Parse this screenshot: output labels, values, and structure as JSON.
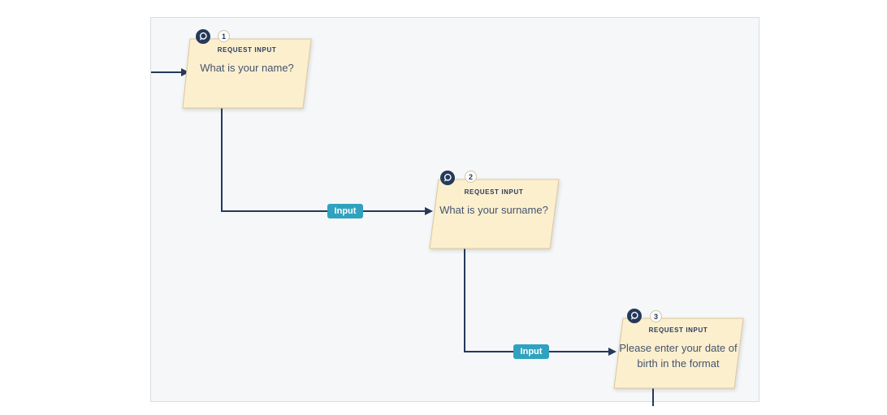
{
  "canvas": {
    "background": "#f5f7f9",
    "border_color": "#d9dce1"
  },
  "palette": {
    "connector_navy": "#24395c",
    "node_fill": "#fcefce",
    "node_border": "#dcc79c",
    "type_label_color": "#2a3b5e",
    "message_color": "#44546f",
    "edge_label_teal": "#2fa2bf",
    "badge_border": "#d2c7ae"
  },
  "nodes": [
    {
      "number": "1",
      "type_label": "REQUEST INPUT",
      "icon": "chat-bubble-icon",
      "message_lines": [
        "What is your name?"
      ]
    },
    {
      "number": "2",
      "type_label": "REQUEST INPUT",
      "icon": "chat-bubble-icon",
      "message_lines": [
        "What is your surname?"
      ]
    },
    {
      "number": "3",
      "type_label": "REQUEST INPUT",
      "icon": "chat-bubble-icon",
      "message_lines": [
        "Please enter your date of",
        "birth in the format"
      ]
    }
  ],
  "edges": [
    {
      "label": "Input"
    },
    {
      "label": "Input"
    }
  ]
}
